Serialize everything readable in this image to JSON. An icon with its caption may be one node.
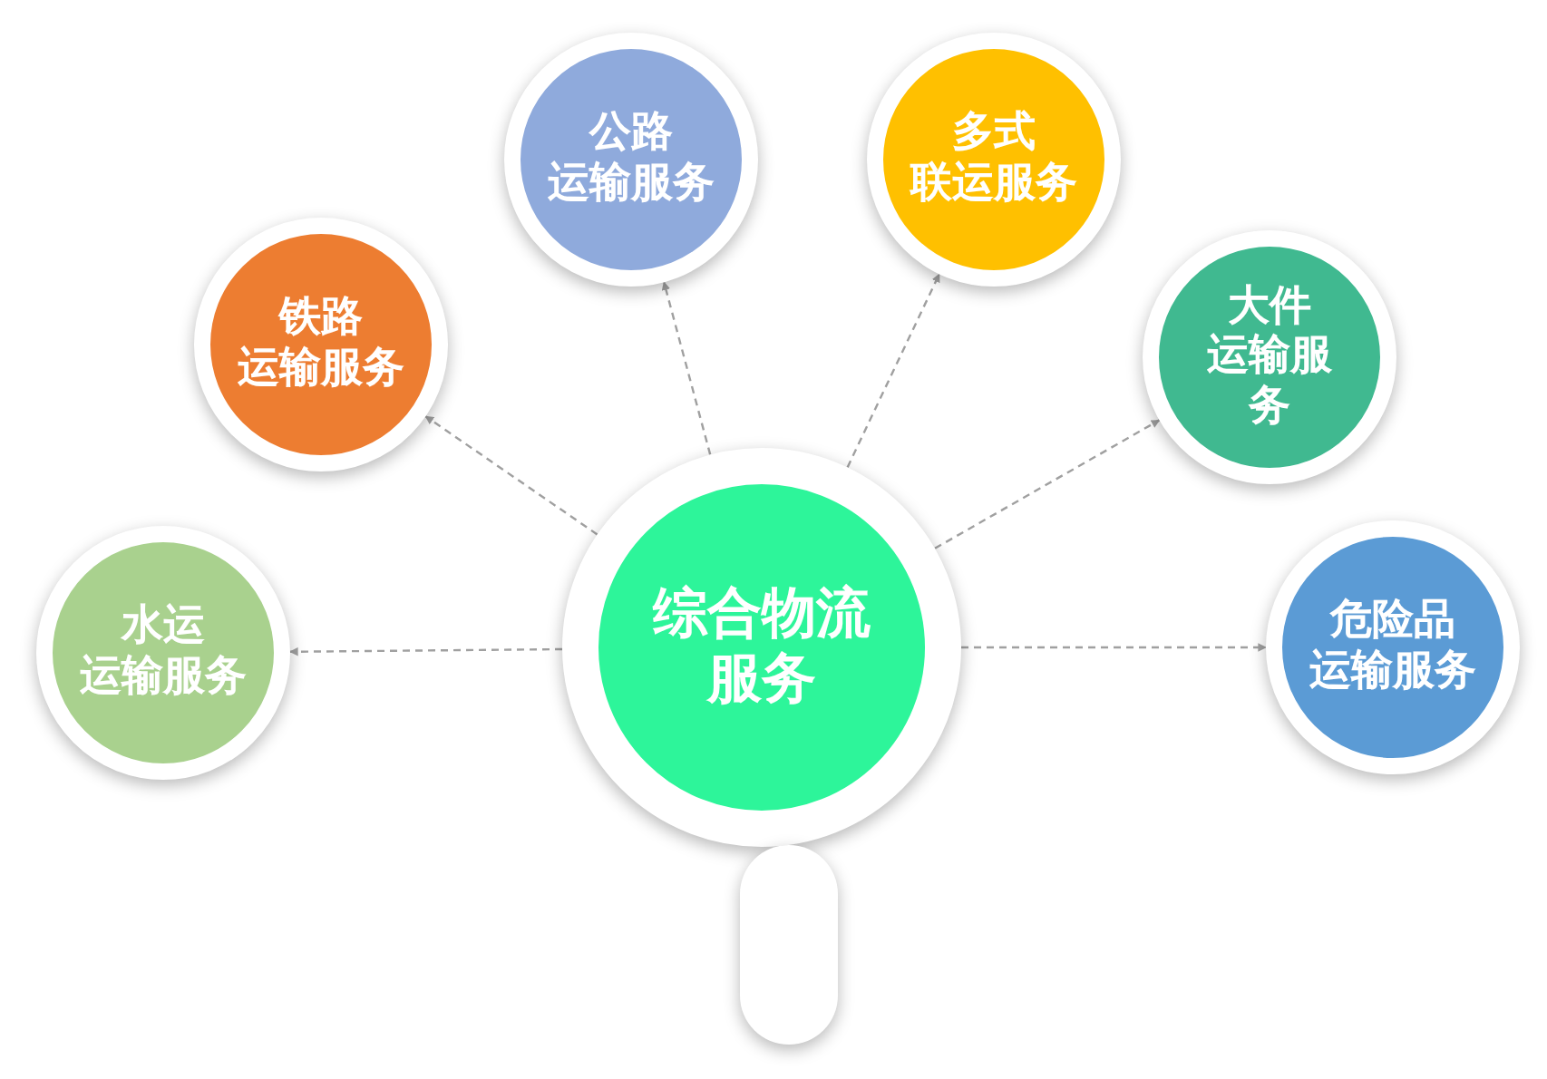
{
  "diagram": {
    "nodes": [
      {
        "text": [
          "综合物流服务"
        ]
      },
      {
        "text": [
          "水运运输服务"
        ]
      },
      {
        "text": [
          "铁路运输服务"
        ]
      },
      {
        "text": [
          "公路运输服务"
        ]
      },
      {
        "text": [
          "多式联运服务"
        ]
      },
      {
        "text": [
          "大件运输服务"
        ]
      },
      {
        "text": [
          "危险品运输服务"
        ]
      },
      {
        "text": [],
        "shape": "box"
      }
    ],
    "edges": [
      {
        "from": 0,
        "to": 1,
        "arrow": "to",
        "style": "dashed"
      },
      {
        "from": 0,
        "to": 2,
        "arrow": "to",
        "style": "dashed"
      },
      {
        "from": 0,
        "to": 3,
        "arrow": "to",
        "style": "dashed"
      },
      {
        "from": 0,
        "to": 4,
        "arrow": "to",
        "style": "dashed"
      },
      {
        "from": 0,
        "to": 5,
        "arrow": "to",
        "style": "dashed"
      },
      {
        "from": 0,
        "to": 6,
        "arrow": "to",
        "style": "dashed"
      }
    ]
  }
}
